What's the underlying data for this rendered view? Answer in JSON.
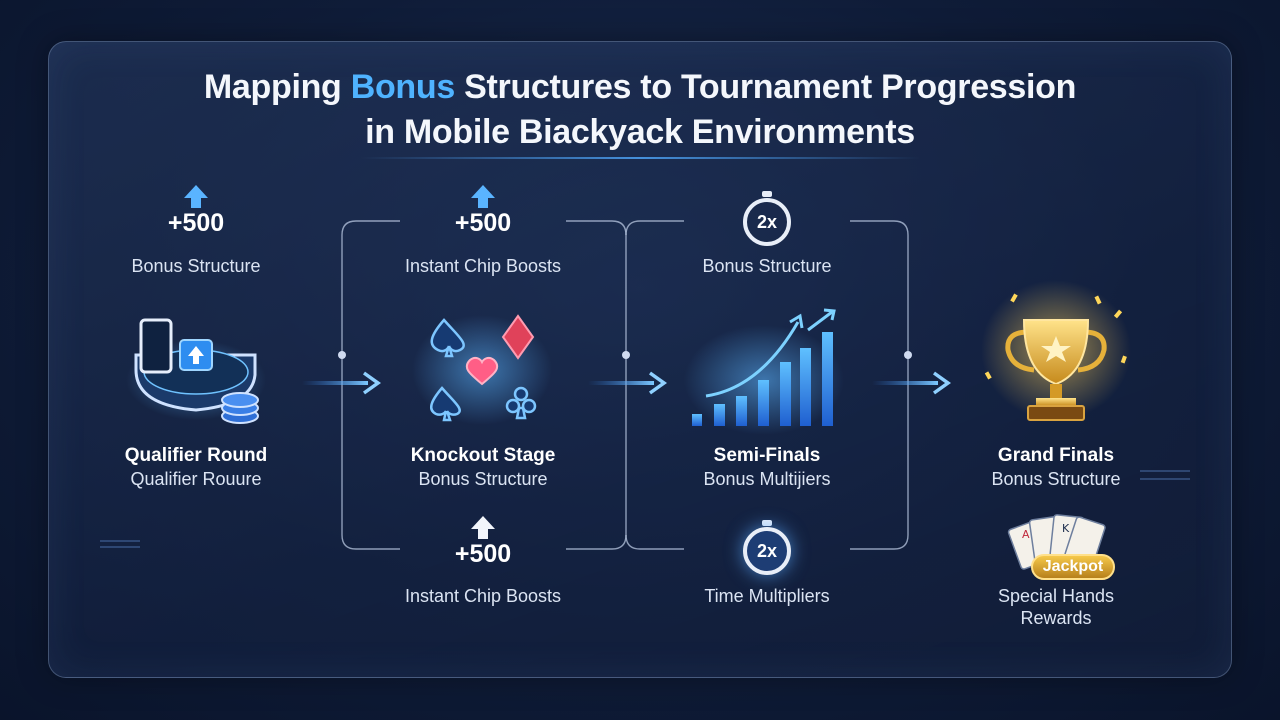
{
  "title": {
    "prefix": "Mapping ",
    "highlight": "Bonus",
    "suffix": " Structures to Tournament Progression",
    "line2": "in Mobile Biackyack Environments"
  },
  "stages": [
    {
      "name": "Qualifier Round",
      "sub": "Qualifier Rouure",
      "icon": "mobile-blackjack-table-icon"
    },
    {
      "name": "Knockout Stage",
      "sub": "Bonus Structure",
      "icon": "card-suits-icon"
    },
    {
      "name": "Semi-Finals",
      "sub": "Bonus Multijiers",
      "icon": "growth-bar-chart-icon"
    },
    {
      "name": "Grand Finals",
      "sub": "Bonus Structure",
      "icon": "trophy-icon"
    }
  ],
  "top_items": [
    {
      "value": "+500",
      "label": "Bonus Structure",
      "icon": "up-arrow-icon"
    },
    {
      "value": "+500",
      "label": "Instant Chip Boosts",
      "icon": "up-arrow-icon"
    },
    {
      "value": "2x",
      "label": "Bonus Structure",
      "icon": "stopwatch-icon"
    }
  ],
  "bottom_items": [
    {
      "value": "+500",
      "label": "Instant Chip Boosts",
      "icon": "up-arrow-icon"
    },
    {
      "value": "2x",
      "label": "Time Multipliers",
      "icon": "stopwatch-icon"
    },
    {
      "badge": "Jackpot",
      "label_line1": "Special Hands",
      "label_line2": "Rewards",
      "icon": "playing-cards-icon"
    }
  ],
  "colors": {
    "accent": "#4fb3ff",
    "gold": "#f5c84a",
    "background": "#0f1c38"
  }
}
